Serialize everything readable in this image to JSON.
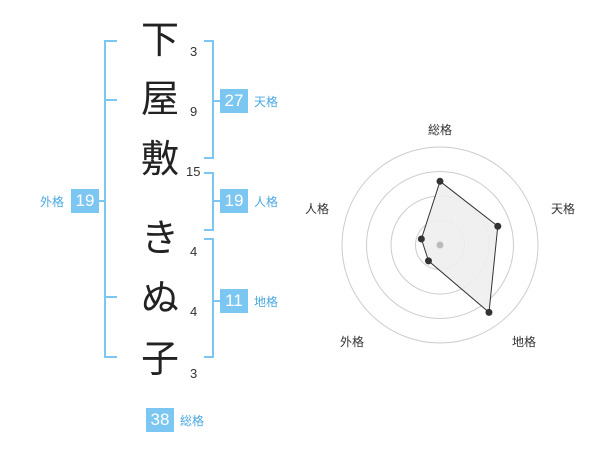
{
  "name_chars": [
    {
      "char": "下",
      "strokes": "3"
    },
    {
      "char": "屋",
      "strokes": "9"
    },
    {
      "char": "敷",
      "strokes": "15"
    },
    {
      "char": "き",
      "strokes": "4"
    },
    {
      "char": "ぬ",
      "strokes": "4"
    },
    {
      "char": "子",
      "strokes": "3"
    }
  ],
  "fortunes": {
    "tenkaku": {
      "label": "天格",
      "value": "27"
    },
    "jinkaku": {
      "label": "人格",
      "value": "19"
    },
    "chikaku": {
      "label": "地格",
      "value": "11"
    },
    "gaikaku": {
      "label": "外格",
      "value": "19"
    },
    "soukaku": {
      "label": "総格",
      "value": "38"
    }
  },
  "chart_data": {
    "type": "radar",
    "axes": [
      "総格",
      "天格",
      "地格",
      "外格",
      "人格"
    ],
    "values": [
      0.65,
      0.62,
      0.85,
      0.2,
      0.2
    ],
    "rings": 4,
    "colors": {
      "ring": "#cccccc",
      "fill": "#eeeeee",
      "line": "#333333",
      "point": "#333333",
      "center": "#bbbbbb"
    }
  }
}
